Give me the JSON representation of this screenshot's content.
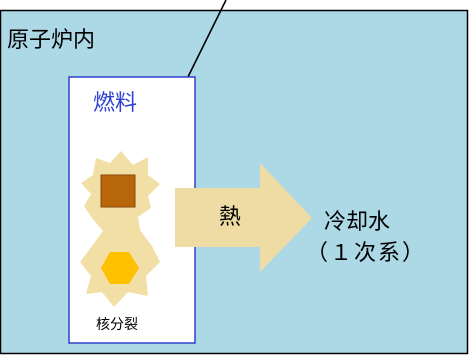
{
  "reactor": {
    "title": "原子炉内"
  },
  "fuel": {
    "title": "燃料"
  },
  "fission": {
    "label": "核分裂"
  },
  "heat": {
    "label": "熱"
  },
  "coolant": {
    "label": "冷却水",
    "sublabel": "（１次系）"
  },
  "colors": {
    "background_panel": "#add8e6",
    "fuel_box_border": "#2f3fd0",
    "fuel_box_fill": "#ffffff",
    "fission_blob": "#f2dfa6",
    "fuel_pellet": "#b8660a",
    "fission_hexagon": "#ffc000",
    "heat_arrow": "#efdca4",
    "pointer_line": "#000000"
  }
}
